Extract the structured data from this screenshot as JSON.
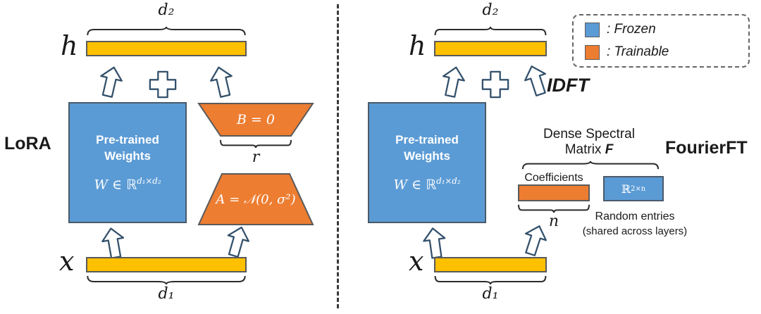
{
  "colors": {
    "frozen_blue": "#5B9BD5",
    "trainable_orange": "#ED7D31",
    "vector_yellow": "#FFC000"
  },
  "legend": {
    "frozen_label": ": Frozen",
    "trainable_label": ": Trainable"
  },
  "lora": {
    "method_label": "LoRA",
    "h_label": "h",
    "d2_label": "d₂",
    "x_label": "x",
    "d1_label": "d₁",
    "pretrained": {
      "line1": "Pre-trained",
      "line2": "Weights",
      "math_base": "W ∈ ℝ",
      "math_sup": "d₁×d₂"
    },
    "b_label": "B = 0",
    "r_label": "r",
    "a_label": "A = 𝒩(0, σ²)"
  },
  "fourierft": {
    "method_label": "FourierFT",
    "h_label": "h",
    "d2_label": "d₂",
    "x_label": "x",
    "d1_label": "d₁",
    "idft_label": "IDFT",
    "pretrained": {
      "line1": "Pre-trained",
      "line2": "Weights",
      "math_base": "W ∈ ℝ",
      "math_sup": "d₁×d₂"
    },
    "spectral_title_line1": "Dense Spectral",
    "spectral_title_line2_prefix": "Matrix",
    "spectral_title_f": "F",
    "coefficients_label": "Coefficients",
    "n_label": "n",
    "random_matrix_base": "ℝ",
    "random_matrix_sup": "2×n",
    "random_entries_line1": "Random entries",
    "random_entries_line2": "(shared across layers)"
  }
}
